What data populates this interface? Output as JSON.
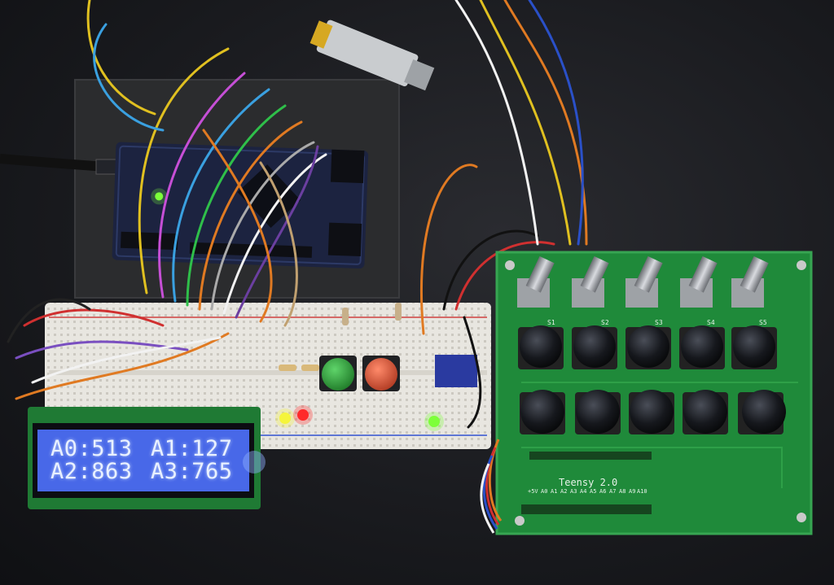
{
  "lcd": {
    "row1_col1": "A0:513",
    "row1_col2": "A1:127",
    "row2_col1": "A2:863",
    "row2_col2": "A3:765",
    "backlight_color": "#3c5ee0"
  },
  "pcb": {
    "label": "Teensy 2.0",
    "board_color": "#1f8a3a",
    "switch_labels": [
      "S1",
      "S2",
      "S3",
      "S4",
      "S5"
    ],
    "bottom_pins": [
      "+5V",
      "A0",
      "A1",
      "A2",
      "A3",
      "A4",
      "A5",
      "A6",
      "A7",
      "A8",
      "A9",
      "A10"
    ]
  },
  "colors": {
    "breadboard": "#e8e6e0",
    "mcu_board": "#1c2340",
    "led_green": "#7dff3a",
    "led_yellow": "#f5f53a",
    "led_red": "#ff2a2a",
    "button_green": "#2fa83a",
    "button_red": "#e0553a"
  }
}
